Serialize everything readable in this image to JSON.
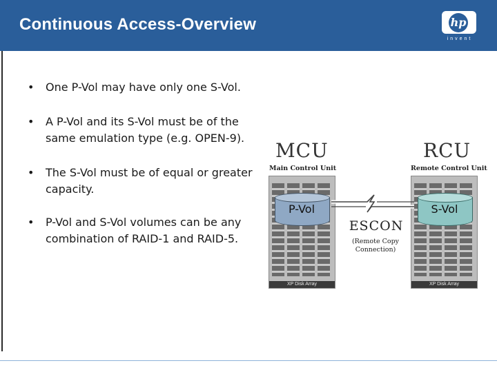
{
  "header": {
    "title": "Continuous Access-Overview",
    "logo_text": "hp",
    "logo_tagline": "invent",
    "color": "#2a5e9a"
  },
  "bullets": [
    "One P-Vol may have only one S-Vol.",
    "A P-Vol and its S-Vol must be of the same emulation type (e.g. OPEN-9).",
    "The S-Vol must be of equal or greater capacity.",
    "P-Vol and S-Vol volumes can be any combination of RAID-1 and RAID-5."
  ],
  "diagram": {
    "mcu": {
      "label": "MCU",
      "sublabel": "Main Control Unit",
      "array_label": "XP Disk Array",
      "volume": "P-Vol",
      "volume_color": "#8fa8c4"
    },
    "rcu": {
      "label": "RCU",
      "sublabel": "Remote Control Unit",
      "array_label": "XP Disk Array",
      "volume": "S-Vol",
      "volume_color": "#8ec6c4"
    },
    "link": {
      "label": "ESCON",
      "sublabel": "(Remote Copy Connection)"
    }
  }
}
